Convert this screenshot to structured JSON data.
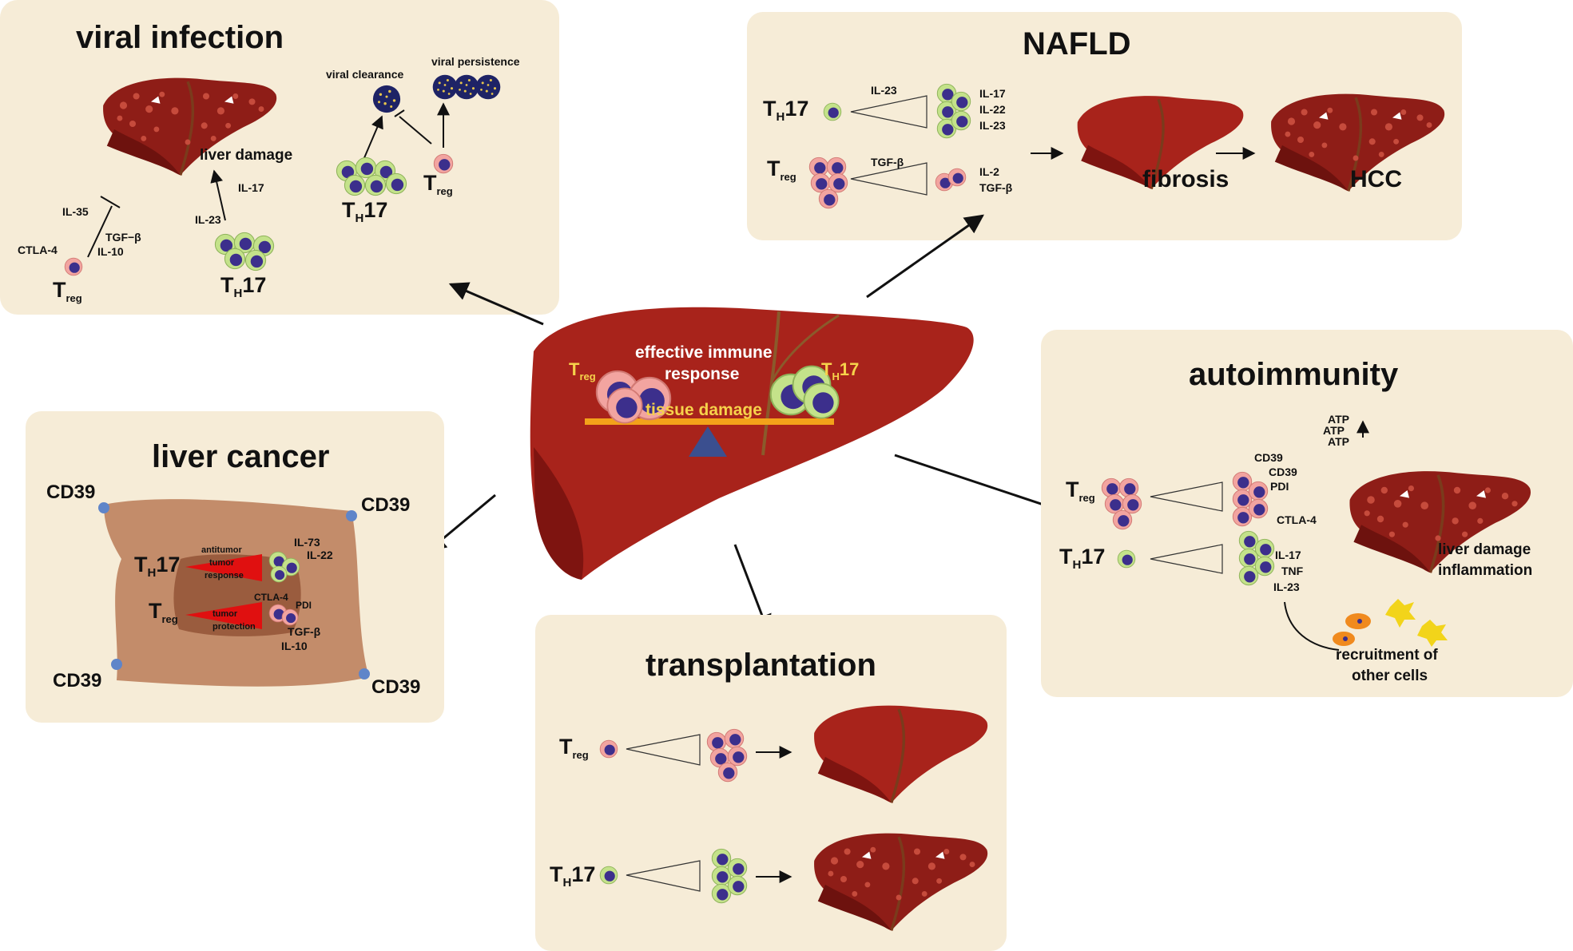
{
  "colors": {
    "panel": "#f6ecd7",
    "liver": "#a8231b",
    "liver_dark": "#7e1410",
    "cell_green": "#c4e28a",
    "cell_pink": "#f2a4a0",
    "nucleus": "#3c2f8c",
    "tumor_bg": "#c38c6a",
    "beam": "#f3a21a",
    "fulcrum": "#3b4f8f",
    "cd39_dot": "#5f85c9"
  },
  "center": {
    "label_treg": "T",
    "label_treg_sub": "reg",
    "label_th17": "T",
    "label_th17_sub": "H",
    "label_th17_tail": "17",
    "effective_line1": "effective immune",
    "effective_line2": "response",
    "tissue_damage": "tissue damage"
  },
  "viral": {
    "title": "viral infection",
    "liver_damage": "liver damage",
    "viral_clearance": "viral clearance",
    "viral_persistence": "viral persistence",
    "il35": "IL-35",
    "ctla4": "CTLA-4",
    "tgfb": "TGF−β",
    "il10": "IL-10",
    "il23": "IL-23",
    "il17": "IL-17",
    "t": "T",
    "reg": "reg",
    "h": "H",
    "seventeen": "17"
  },
  "nafld": {
    "title": "NAFLD",
    "il23": "IL-23",
    "il17": "IL-17",
    "il22": "IL-22",
    "il23b": "IL-23",
    "tgfb": "TGF-β",
    "il2": "IL-2",
    "tgfb2": "TGF-β",
    "fibrosis": "fibrosis",
    "hcc": "HCC",
    "t": "T",
    "reg": "reg",
    "h": "H",
    "seventeen": "17"
  },
  "cancer": {
    "title": "liver cancer",
    "cd39": "CD39",
    "antitumor_line1": "antitumor",
    "antitumor_line2": "tumor",
    "antitumor_line3": "response",
    "protection_line1": "tumor",
    "protection_line2": "protection",
    "il73": "IL-73",
    "il22": "IL-22",
    "ctla4": "CTLA-4",
    "pdi": "PDI",
    "tgfb": "TGF-β",
    "il10": "IL-10",
    "t": "T",
    "reg": "reg",
    "h": "H",
    "seventeen": "17"
  },
  "autoimmunity": {
    "title": "autoimmunity",
    "atp": "ATP",
    "cd39": "CD39",
    "pdi": "PDI",
    "ctla4": "CTLA-4",
    "il17": "IL-17",
    "tnf": "TNF",
    "il23": "IL-23",
    "liver_damage": "liver damage",
    "inflammation": "inflammation",
    "recruitment_line1": "recruitment of",
    "recruitment_line2": "other cells",
    "t": "T",
    "reg": "reg",
    "h": "H",
    "seventeen": "17"
  },
  "transplantation": {
    "title": "transplantation",
    "t": "T",
    "reg": "reg",
    "h": "H",
    "seventeen": "17"
  }
}
